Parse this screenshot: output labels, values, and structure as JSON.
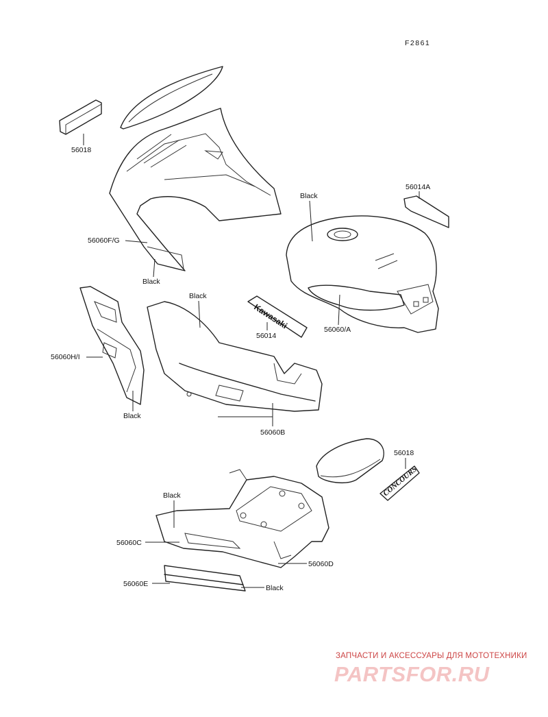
{
  "figure_code": "F2861",
  "labels": {
    "p56018_top": "56018",
    "p56014A": "56014A",
    "black_tank": "Black",
    "p56060FG": "56060F/G",
    "black_cowl": "Black",
    "black_side": "Black",
    "p56014": "56014",
    "p56060A": "56060/A",
    "p56060HI": "56060H/I",
    "black_lowerL": "Black",
    "p56060B": "56060B",
    "p56018_bottom": "56018",
    "black_tail": "Black",
    "p56060C": "56060C",
    "p56060D": "56060D",
    "p56060E": "56060E",
    "black_strip": "Black"
  },
  "decals": {
    "kawasaki": "Kawasaki",
    "concours": "CONCOURS"
  },
  "watermark": {
    "tagline": "ЗАПЧАСТИ И АКСЕССУАРЫ ДЛЯ МОТОТЕХНИКИ",
    "logo": "PARTSFOR.RU"
  }
}
